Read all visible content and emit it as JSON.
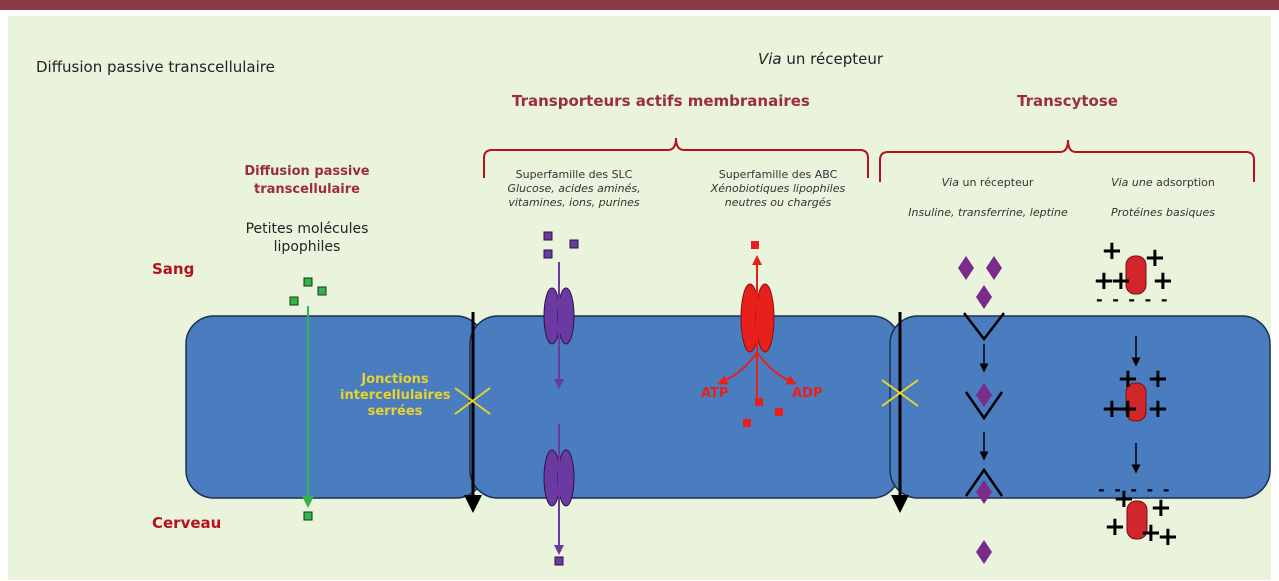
{
  "title_left": "Diffusion passive transcellulaire",
  "top_center": {
    "italic": "Via",
    "rest": " un récepteur"
  },
  "headers": {
    "transporters": "Transporteurs actifs membranaires",
    "transcytose": "Transcytose"
  },
  "diffusion": {
    "title_line1": "Diffusion passive",
    "title_line2": "transcellulaire",
    "desc_line1": "Petites molécules",
    "desc_line2": "lipophiles"
  },
  "slc": {
    "label": "Superfamille des SLC",
    "line1": "Glucose, acides aminés,",
    "line2": "vitamines, ions, purines"
  },
  "abc": {
    "label": "Superfamille des ABC",
    "line1": "Xénobiotiques lipophiles",
    "line2": "neutres ou chargés"
  },
  "receptor": {
    "title_italic": "Via",
    "title_rest": " un récepteur",
    "examples": "Insuline, transferrine, leptine"
  },
  "adsorption": {
    "title_italic": "Via une",
    "title_rest": " adsorption",
    "examples": "Protéines basiques"
  },
  "sang": "Sang",
  "cerveau": "Cerveau",
  "junctions": {
    "line1": "Jonctions",
    "line2": "intercellulaires",
    "line3": "serrées"
  },
  "atp": "ATP",
  "adp": "ADP",
  "dashes": "- - - - -",
  "colors": {
    "top_bar": "#8b3a4a",
    "panel": "#eaf4dd",
    "cell": "#4a7dbf",
    "header": "#9b2d3f",
    "sang_cerveau": "#b5121b",
    "junction": "#e8d22c",
    "slc": "#6a3aa2",
    "abc": "#e8201b",
    "green": "#36b24a",
    "diamond": "#7b2b8b"
  }
}
